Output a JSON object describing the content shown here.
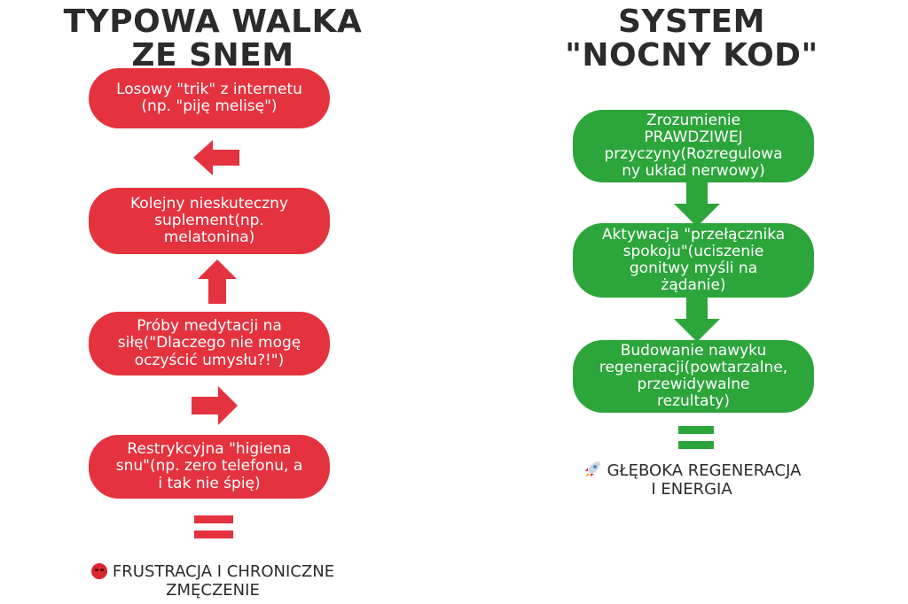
{
  "left": {
    "title_lines": [
      "TYPOWA WALKA",
      "ZE SNEM"
    ],
    "steps": [
      {
        "lines": [
          "Losowy \"trik\" z internetu",
          "(np. \"piję melisę\")"
        ]
      },
      {
        "lines": [
          "Kolejny nieskuteczny",
          "suplement(np.",
          "melatonina)"
        ]
      },
      {
        "lines": [
          "Próby medytacji na",
          "siłę(\"Dlaczego nie mogę",
          "oczyścić umysłu?!\")"
        ]
      },
      {
        "lines": [
          "Restrykcyjna \"higiena",
          "snu\"(np. zero telefonu, a",
          "i tak nie śpię)"
        ]
      }
    ],
    "result_lines": [
      "FRUSTRACJA I CHRONICZNE",
      "ZMĘCZENIE"
    ],
    "result_icon": "angry-face-icon",
    "color": "#e4333f"
  },
  "right": {
    "title_lines": [
      "SYSTEM",
      "\"NOCNY KOD\""
    ],
    "steps": [
      {
        "lines": [
          "Zrozumienie",
          "PRAWDZIWEJ",
          "przyczyny(Rozregulowa",
          "ny układ nerwowy)"
        ]
      },
      {
        "lines": [
          "Aktywacja \"przełącznika",
          "spokoju\"(uciszenie",
          "gonitwy myśli na",
          "żądanie)"
        ]
      },
      {
        "lines": [
          "Budowanie nawyku",
          "regeneracji(powtarzalne,",
          "przewidywalne",
          "rezultaty)"
        ]
      }
    ],
    "result_lines": [
      "GŁĘBOKA REGENERACJA",
      "I ENERGIA"
    ],
    "result_icon": "rocket-icon",
    "color": "#2ca53b"
  }
}
